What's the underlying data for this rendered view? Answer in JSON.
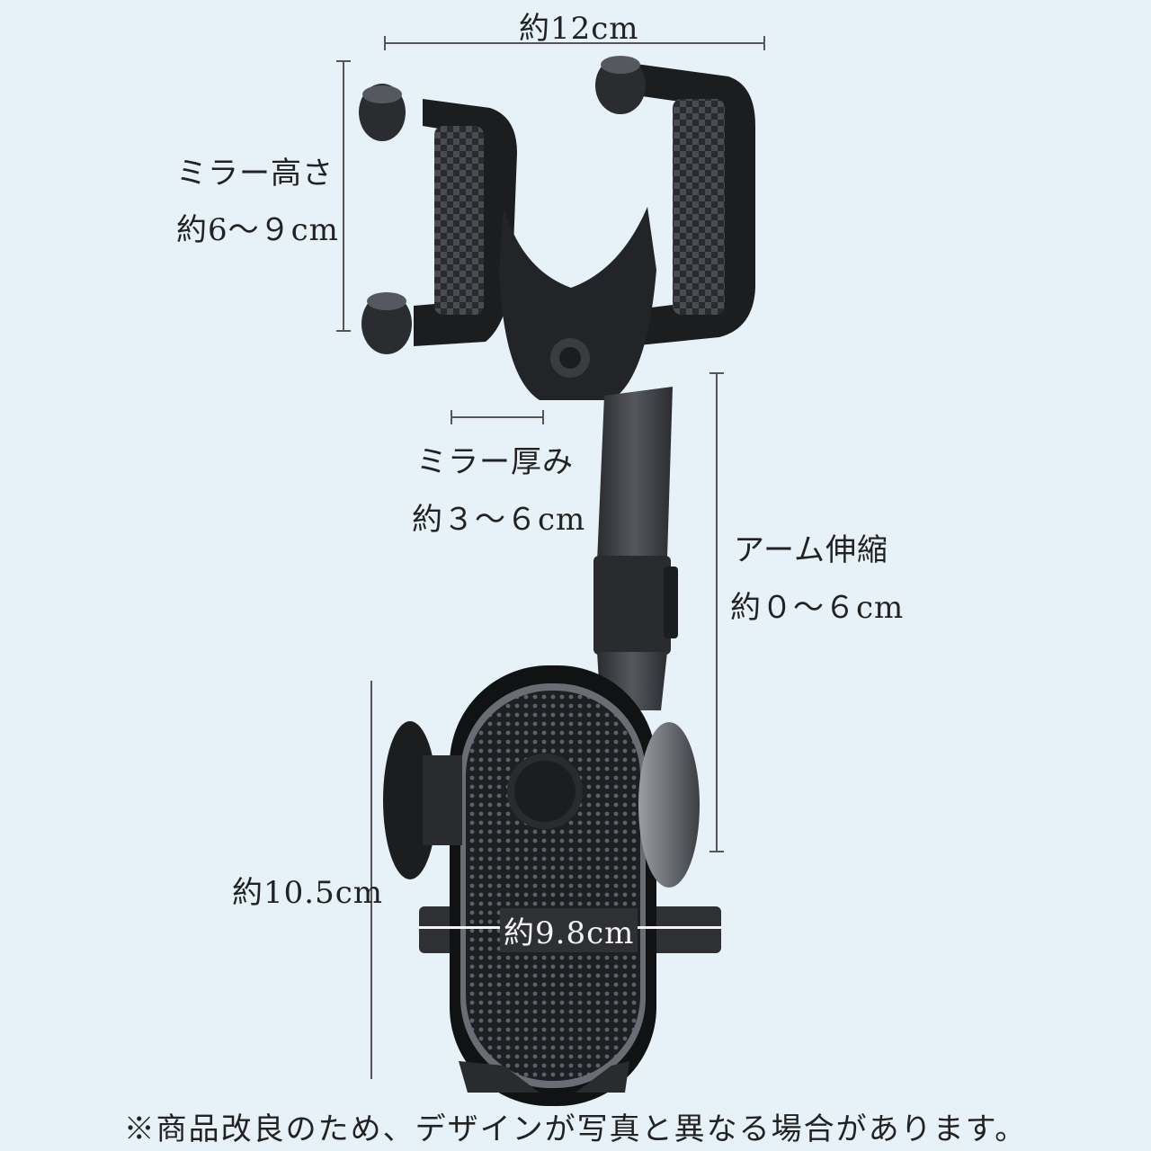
{
  "dimensions": {
    "width_label": "約12cm",
    "mirror_height_title": "ミラー高さ",
    "mirror_height_value": "約6～９cm",
    "mirror_thickness_title": "ミラー厚み",
    "mirror_thickness_value": "約３～６cm",
    "arm_title": "アーム伸縮",
    "arm_value": "約０～６cm",
    "holder_height": "約10.5cm",
    "holder_width": "約9.8cm"
  },
  "footnote": "※商品改良のため、デザインが写真と異なる場合があります。",
  "colors": {
    "background": "#e6f1f8",
    "product_dark": "#1c1d1f",
    "product_mid": "#3a3c40",
    "product_light": "#6e7278"
  }
}
